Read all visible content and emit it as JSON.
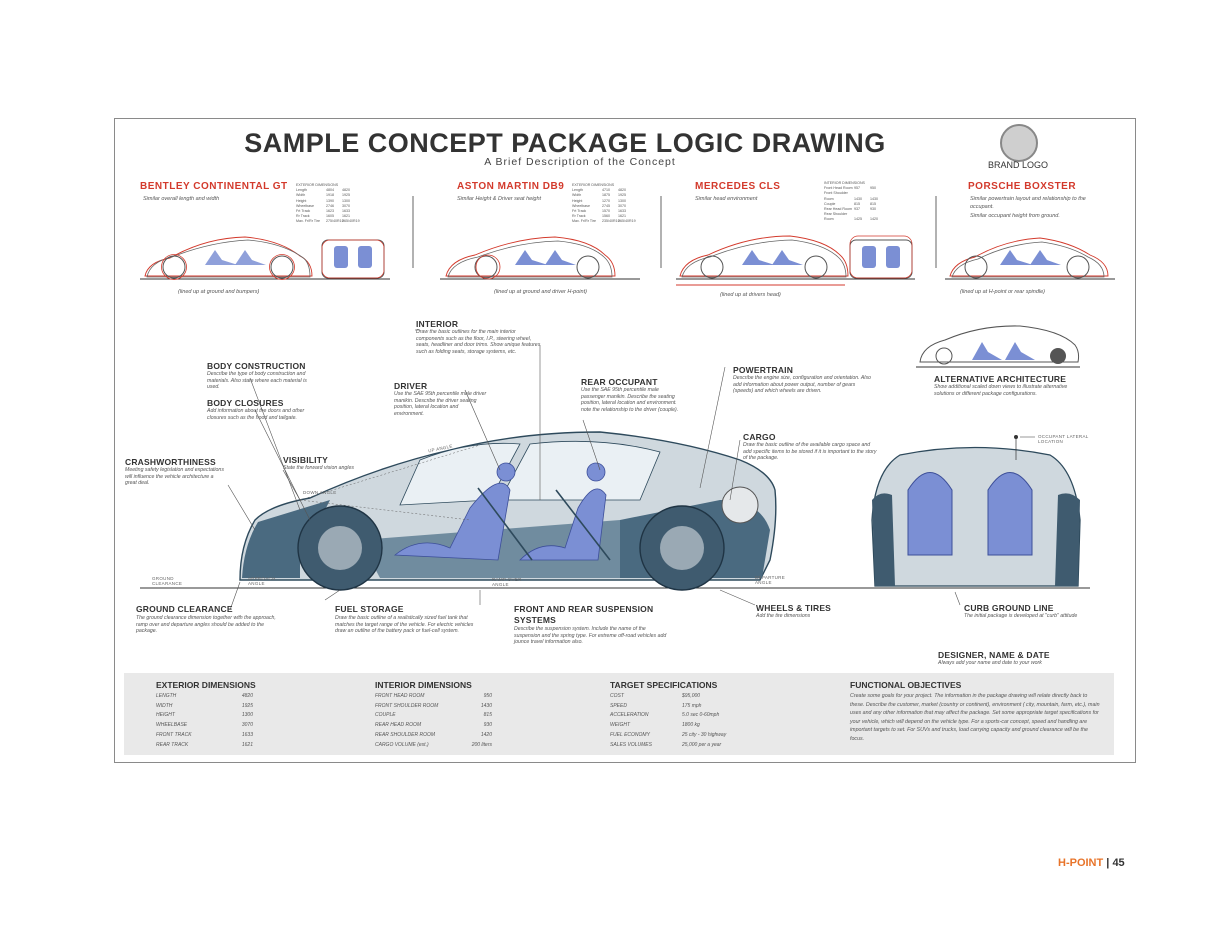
{
  "title": "SAMPLE CONCEPT PACKAGE LOGIC DRAWING",
  "subtitle": "A Brief Description of the Concept",
  "brand_logo": "BRAND LOGO",
  "competitors": [
    {
      "name": "BENTLEY CONTINENTAL GT",
      "note": "Similar overall length and width",
      "caption": "(lined up at ground and bumpers)",
      "spec_title": "EXTERIOR DIMENSIONS",
      "specs": [
        [
          "Length",
          "4804",
          "4820"
        ],
        [
          "Width",
          "1918",
          "1925"
        ],
        [
          "Height",
          "1390",
          "1300"
        ],
        [
          "Wheelbase",
          "2746",
          "3070"
        ],
        [
          "Frt Track",
          "1623",
          "1633"
        ],
        [
          "Rr Track",
          "1605",
          "1621"
        ],
        [
          "Max. Fr/Rr Tire",
          "275/40R19",
          "265/40R19"
        ]
      ]
    },
    {
      "name": "ASTON MARTIN DB9",
      "note": "Similar Height & Driver seat height",
      "caption": "(lined up at ground and driver H-point)",
      "spec_title": "EXTERIOR DIMENSIONS",
      "specs": [
        [
          "Length",
          "4710",
          "4820"
        ],
        [
          "Width",
          "1875",
          "1925"
        ],
        [
          "Height",
          "1270",
          "1300"
        ],
        [
          "Wheelbase",
          "2745",
          "3070"
        ],
        [
          "Frt Track",
          "1570",
          "1633"
        ],
        [
          "Rr Track",
          "1560",
          "1621"
        ],
        [
          "Max. Fr/Rr Tire",
          "235/40R19",
          "265/40R19"
        ]
      ]
    },
    {
      "name": "MERCEDES CLS",
      "note": "Similar head environment",
      "caption": "(lined up at drivers head)",
      "spec_title": "INTERIOR DIMENSIONS",
      "specs": [
        [
          "Front Head Room",
          "957",
          "950"
        ],
        [
          "Front Shoulder Room",
          "1430",
          "1430"
        ],
        [
          "Couple",
          "815",
          "815"
        ],
        [
          "Rear Head Room",
          "937",
          "930"
        ],
        [
          "Rear Shoulder Room",
          "1425",
          "1420"
        ]
      ]
    },
    {
      "name": "PORSCHE BOXSTER",
      "note": "Similar powertrain layout and relationship to the occupant.",
      "note2": "Similar occupant height from ground.",
      "caption": "(lined up at H-point or rear spindle)",
      "spec_title": "",
      "specs": []
    }
  ],
  "callouts": {
    "interior": {
      "label": "INTERIOR",
      "desc": "Draw the basic outlines for the main interior components such as the floor, I.P., steering wheel, seats, headliner and door trims. Show unique features such as folding seats, storage systems, etc."
    },
    "body_construction": {
      "label": "BODY CONSTRUCTION",
      "desc": "Describe the type of body construction and materials. Also state where each material is used."
    },
    "body_closures": {
      "label": "BODY CLOSURES",
      "desc": "Add information about the doors and other closures such as the hood and tailgate."
    },
    "driver": {
      "label": "DRIVER",
      "desc": "Use the SAE 95th percentile male driver manikin. Describe the driver seating position, lateral location and environment."
    },
    "rear_occupant": {
      "label": "REAR OCCUPANT",
      "desc": "Use the SAE 95th percentile male passenger manikin. Describe the seating position, lateral location and environment. note the relationship to the driver (couple)."
    },
    "powertrain": {
      "label": "POWERTRAIN",
      "desc": "Describe the engine size, configuration and orientation. Also add information about power output, number of gears (speeds) and which wheels are driven."
    },
    "alternative": {
      "label": "ALTERNATIVE ARCHITECTURE",
      "desc": "Show additional scaled down views to illustrate alternative solutions or different package configurations."
    },
    "cargo": {
      "label": "CARGO",
      "desc": "Draw the basic outline of the available cargo space and add specific items to be stored if it is important to the story of the package."
    },
    "crashworthiness": {
      "label": "CRASHWORTHINESS",
      "desc": "Meeting safety legislation and expectations will influence the vehicle architecture a great deal."
    },
    "visibility": {
      "label": "VISIBILITY",
      "desc": "State the forward vision angles"
    },
    "ground_clearance": {
      "label": "GROUND CLEARANCE",
      "desc": "The ground clearance dimension together with the approach, ramp over and departure angles should be added to the package."
    },
    "fuel_storage": {
      "label": "FUEL STORAGE",
      "desc": "Draw the basic outline of a realistically sized fuel tank that matches the target range of the vehicle. For electric vehicles draw an outline of the battery pack or fuel-cell system."
    },
    "suspension": {
      "label": "FRONT AND REAR SUSPENSION",
      "label2": "SYSTEMS",
      "desc": "Describe the suspension system. Include the name of the suspension and the spring type. For extreme off-road vehicles add jounce travel information also."
    },
    "wheels": {
      "label": "WHEELS & TIRES",
      "desc": "Add the tire dimensions"
    },
    "curb": {
      "label": "CURB GROUND LINE",
      "desc": "The initial package is developed at \"curb\" attitude"
    },
    "designer": {
      "label": "DESIGNER, NAME & DATE",
      "desc": "Always add your name and date to your work"
    }
  },
  "small_labels": {
    "up_angle": "UP ANGLE",
    "down_angle": "DOWN ANGLE",
    "ground_clearance": "GROUND CLEARANCE",
    "approach": "APPROACH ANGLE",
    "ramp": "RAMP OVER ANGLE",
    "departure": "DEPARTURE ANGLE",
    "occupant_lateral": "OCCUPANT LATERAL LOCATION"
  },
  "tables": {
    "exterior": {
      "title": "EXTERIOR DIMENSIONS",
      "rows": [
        [
          "LENGTH",
          "4820"
        ],
        [
          "WIDTH",
          "1925"
        ],
        [
          "HEIGHT",
          "1300"
        ],
        [
          "WHEELBASE",
          "3070"
        ],
        [
          "FRONT TRACK",
          "1633"
        ],
        [
          "REAR TRACK",
          "1621"
        ]
      ]
    },
    "interior": {
      "title": "INTERIOR DIMENSIONS",
      "rows": [
        [
          "FRONT HEAD ROOM",
          "950"
        ],
        [
          "FRONT SHOULDER ROOM",
          "1430"
        ],
        [
          "COUPLE",
          "815"
        ],
        [
          "REAR HEAD ROOM",
          "930"
        ],
        [
          "REAR SHOULDER ROOM",
          "1420"
        ],
        [
          "CARGO VOLUME (est.)",
          "200 liters"
        ]
      ]
    },
    "targets": {
      "title": "TARGET SPECIFICATIONS",
      "rows": [
        [
          "COST",
          "$95,000"
        ],
        [
          "SPEED",
          "175 mph"
        ],
        [
          "ACCELERATION",
          "5.0 sec 0-60mph"
        ],
        [
          "WEIGHT",
          "1800 kg"
        ],
        [
          "FUEL ECONOMY",
          "25 city - 30 highway"
        ],
        [
          "SALES VOLUMES",
          "25,000 per a year"
        ]
      ]
    },
    "functional": {
      "title": "FUNCTIONAL OBJECTIVES",
      "text": "Create some goals for your project. The information in the package drawing will relate directly back to these. Describe the customer, market (country or continent), environment ( city, mountain, farm, etc.), main uses and any other information that may affect the package. Set some appropriate target specifications for your vehicle, which will depend on the vehicle type. For a sports-car concept, speed and handling are important targets to set. For SUVs and trucks, load carrying capacity and ground clearance will be the focus."
    }
  },
  "footer": {
    "brand": "H-POINT",
    "sep": "|",
    "page": "45"
  },
  "colors": {
    "accent_red": "#d33a2c",
    "body_blue": "#4a6a80",
    "occupant_blue": "#7b8fd4",
    "footer_orange": "#e8742a"
  }
}
